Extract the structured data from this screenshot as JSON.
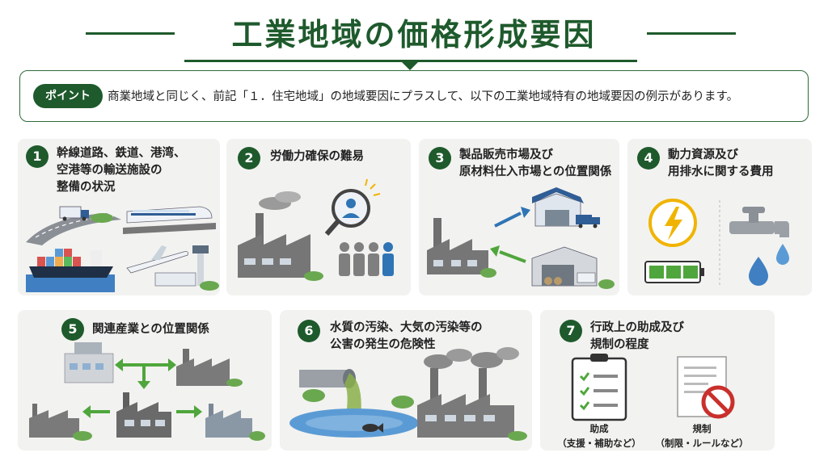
{
  "title": "工業地域の価格形成要因",
  "point": {
    "badge": "ポイント",
    "text": "商業地域と同じく、前記「１．住宅地域」の地域要因にプラスして、以下の工業地域特有の地域要因の例示があります。"
  },
  "factors": [
    {
      "num": "1",
      "lines": [
        "幹線道路、鉄道、港湾、",
        "空港等の輸送施設の",
        "整備の状況"
      ]
    },
    {
      "num": "2",
      "lines": [
        "労働力確保の難易"
      ]
    },
    {
      "num": "3",
      "lines": [
        "製品販売市場及び",
        "原材料仕入市場との位置関係"
      ]
    },
    {
      "num": "4",
      "lines": [
        "動力資源及び",
        "用排水に関する費用"
      ]
    },
    {
      "num": "5",
      "lines": [
        "関連産業との位置関係"
      ]
    },
    {
      "num": "6",
      "lines": [
        "水質の汚染、大気の汚染等の",
        "公害の発生の危険性"
      ]
    },
    {
      "num": "7",
      "lines": [
        "行政上の助成及び",
        "規制の程度"
      ]
    }
  ],
  "card7": {
    "subsidy_label": "助成",
    "subsidy_note": "（支援・補助など）",
    "regulation_label": "規制",
    "regulation_note": "（制限・ルールなど）"
  },
  "colors": {
    "accent": "#1e5a2c",
    "card_bg": "#f2f2f0",
    "arrow_green": "#4fa63c",
    "arrow_blue": "#2f74b5"
  }
}
